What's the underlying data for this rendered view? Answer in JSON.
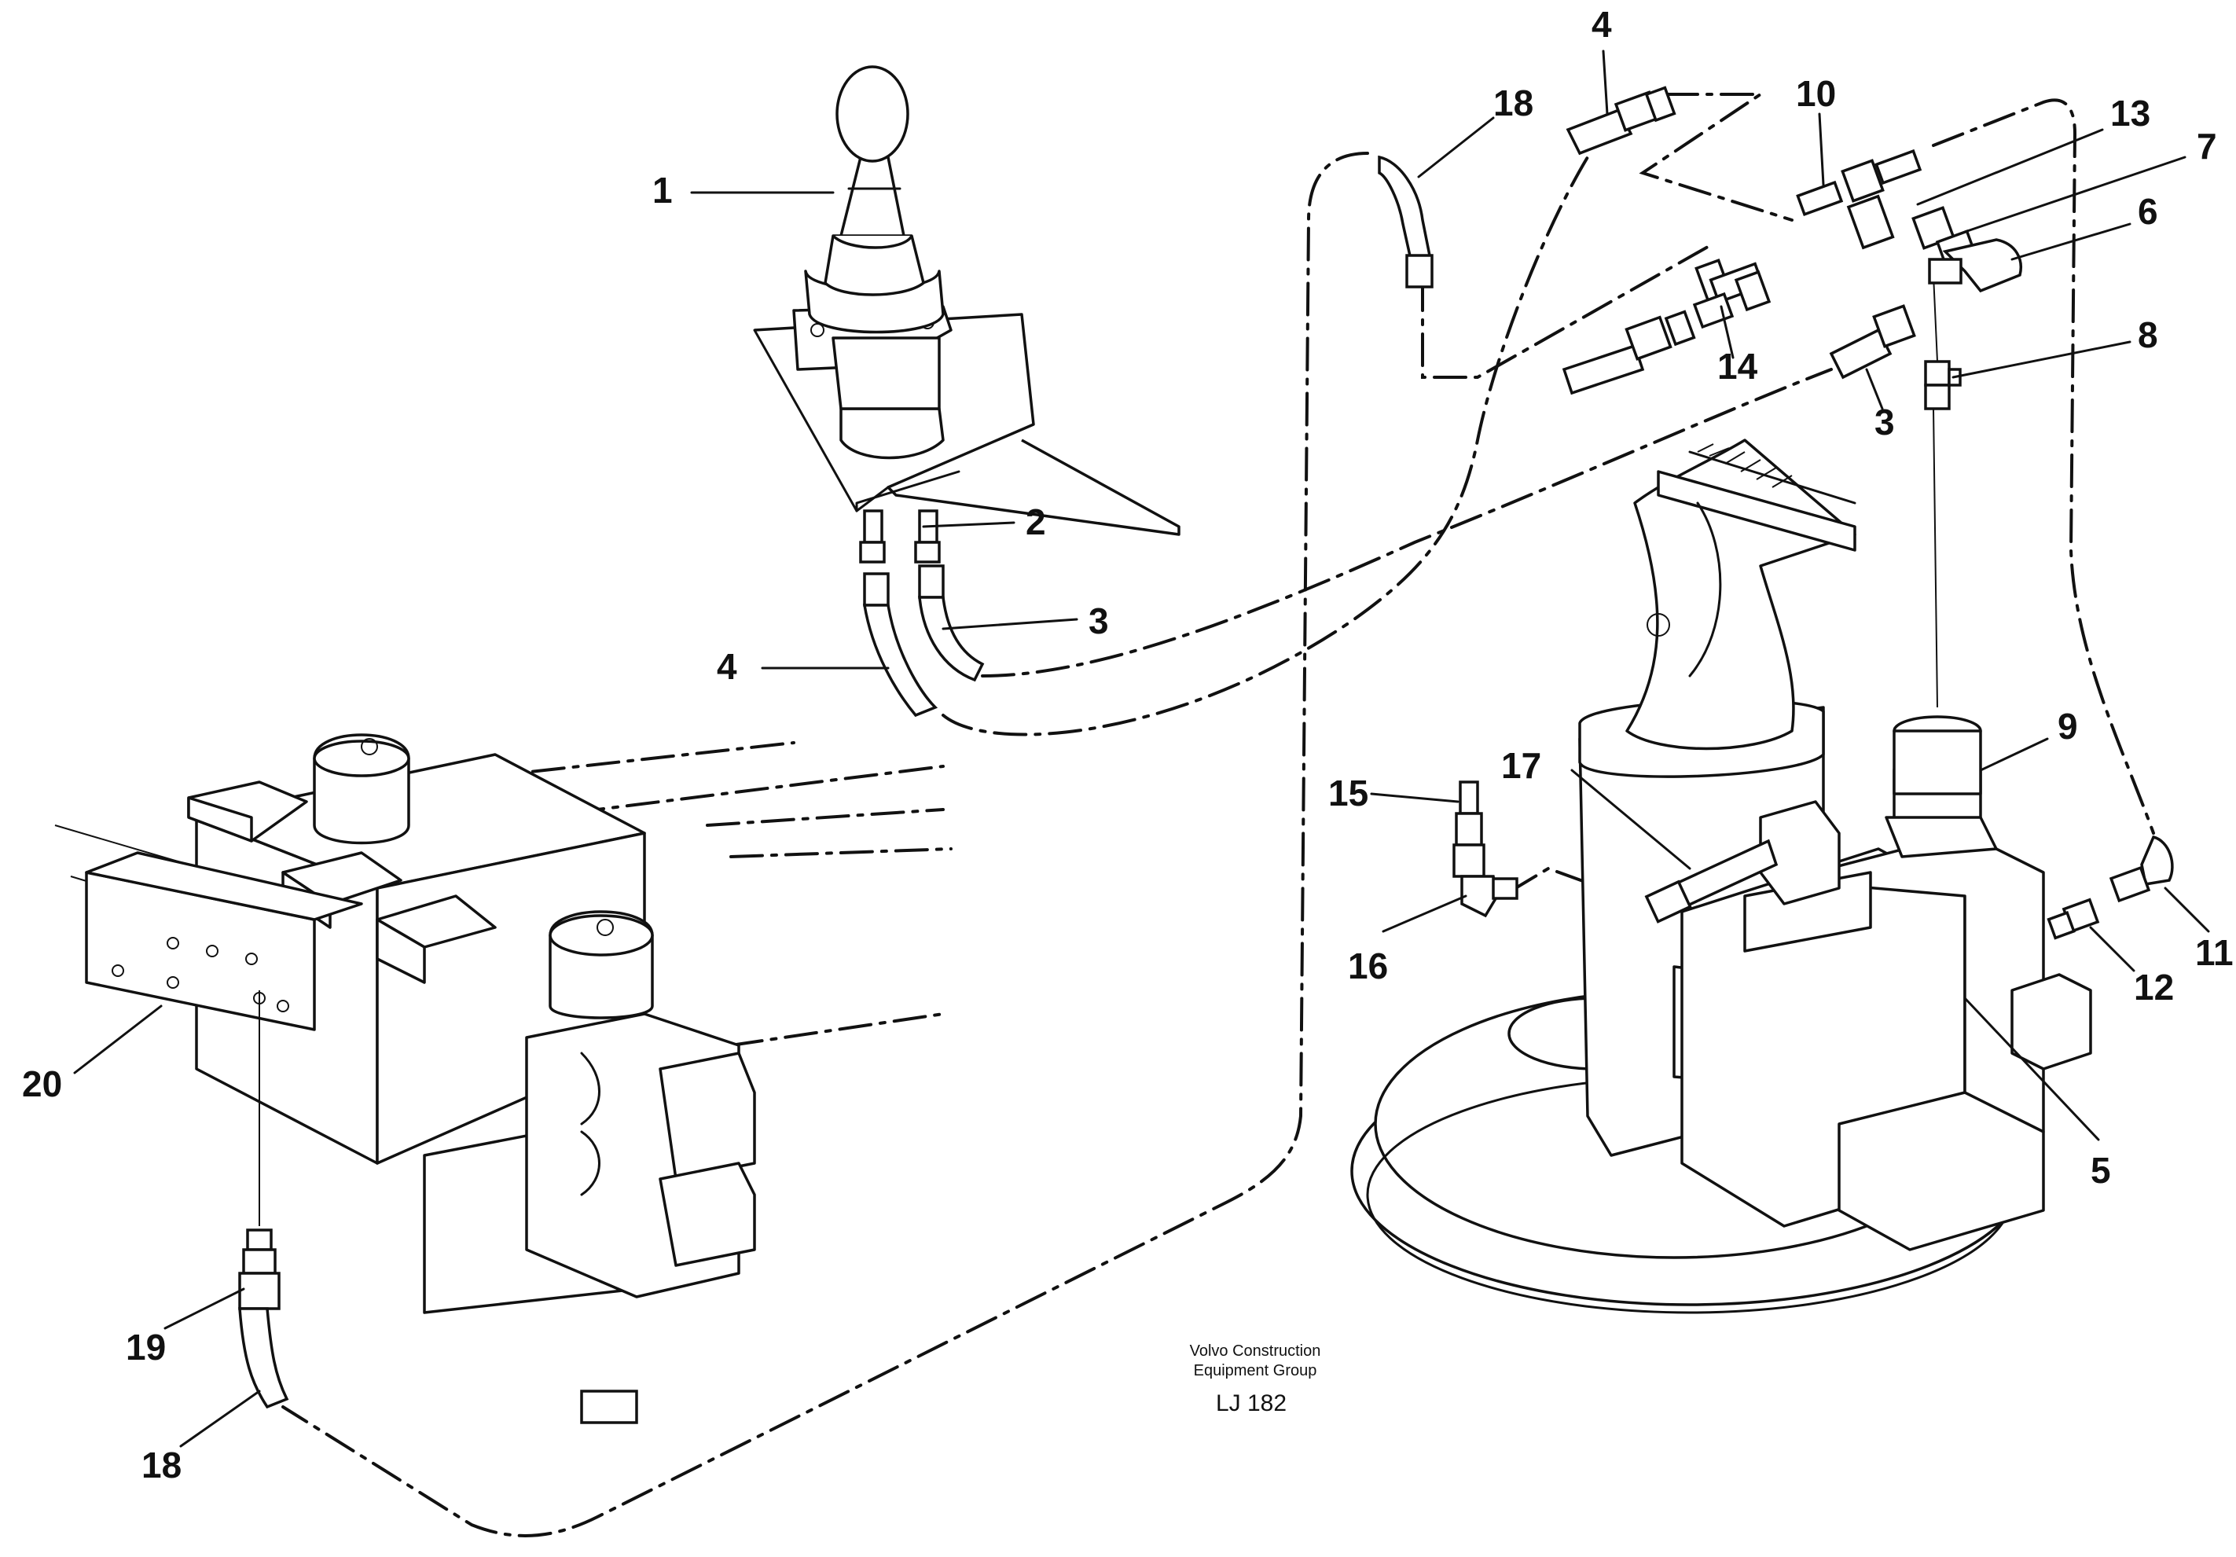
{
  "callouts": {
    "c1": "1",
    "c2": "2",
    "c3a": "3",
    "c3b": "3",
    "c4a": "4",
    "c4b": "4",
    "c5": "5",
    "c6": "6",
    "c7": "7",
    "c8": "8",
    "c9": "9",
    "c10": "10",
    "c11": "11",
    "c12": "12",
    "c13": "13",
    "c14": "14",
    "c15": "15",
    "c16": "16",
    "c17": "17",
    "c18a": "18",
    "c18b": "18",
    "c19": "19",
    "c20": "20"
  },
  "credit": {
    "line1": "Volvo Construction",
    "line2": "Equipment Group",
    "code": "LJ 182"
  }
}
